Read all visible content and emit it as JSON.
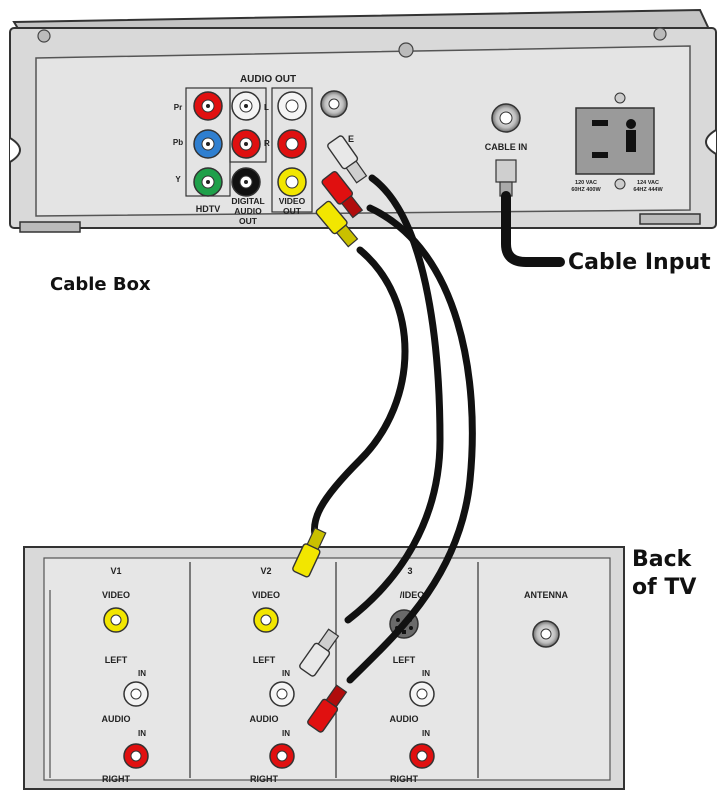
{
  "labels": {
    "cable_box": "Cable Box",
    "cable_input": "Cable Input",
    "back_of_tv_line1": "Back",
    "back_of_tv_line2": "of TV"
  },
  "cable_box": {
    "audio_out": "AUDIO OUT",
    "pr": "Pr",
    "pb": "Pb",
    "y": "Y",
    "l": "L",
    "r": "R",
    "hdtv": "HDTV",
    "digital_audio_out_line1": "DIGITAL",
    "digital_audio_out_line2": "AUDIO",
    "digital_audio_out_line3": "OUT",
    "video_out_line1": "VIDEO",
    "video_out_line2": "OUT",
    "cable_out_partial": "E",
    "cable_in": "CABLE IN",
    "power_left_line1": "120 VAC",
    "power_left_line2": "60HZ 400W",
    "power_right_line1": "124 VAC",
    "power_right_line2": "64HZ 444W"
  },
  "tv_panel": {
    "v1": "V1",
    "v2": "V2",
    "v3_partial": "3",
    "video": "VIDEO",
    "svideo_partial": "/IDEO",
    "left": "LEFT",
    "in": "IN",
    "audio": "AUDIO",
    "right": "RIGHT",
    "antenna": "ANTENNA"
  },
  "colors": {
    "chassis": "#d9d9d9",
    "chassis_dark": "#b4b4b4",
    "outline": "#333333",
    "red_plug": "#e01010",
    "white_plug": "#e8e8e8",
    "yellow_plug": "#f2e600",
    "green_jack": "#1fa04a",
    "blue_jack": "#2f7fd0",
    "cable": "#111111"
  }
}
